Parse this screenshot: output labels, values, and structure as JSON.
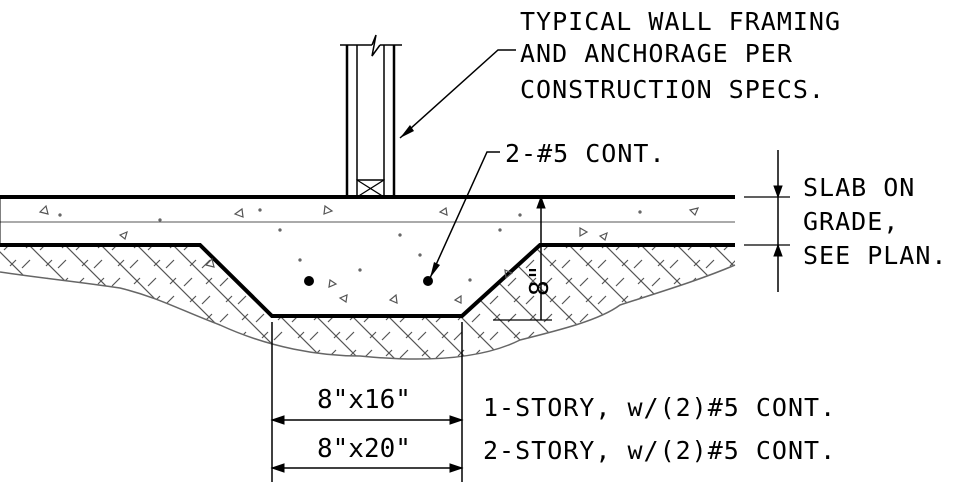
{
  "notes": {
    "wall_line1": "TYPICAL WALL FRAMING",
    "wall_line2": "AND ANCHORAGE PER",
    "wall_line3": "CONSTRUCTION SPECS.",
    "rebar": "2-#5 CONT.",
    "slab_line1": "SLAB ON",
    "slab_line2": "GRADE,",
    "slab_line3": "SEE PLAN.",
    "depth": "8\""
  },
  "footing_sizes": [
    {
      "size": "8\"x16\"",
      "description": "1-STORY, w/(2)#5 CONT."
    },
    {
      "size": "8\"x20\"",
      "description": "2-STORY, w/(2)#5 CONT."
    }
  ]
}
